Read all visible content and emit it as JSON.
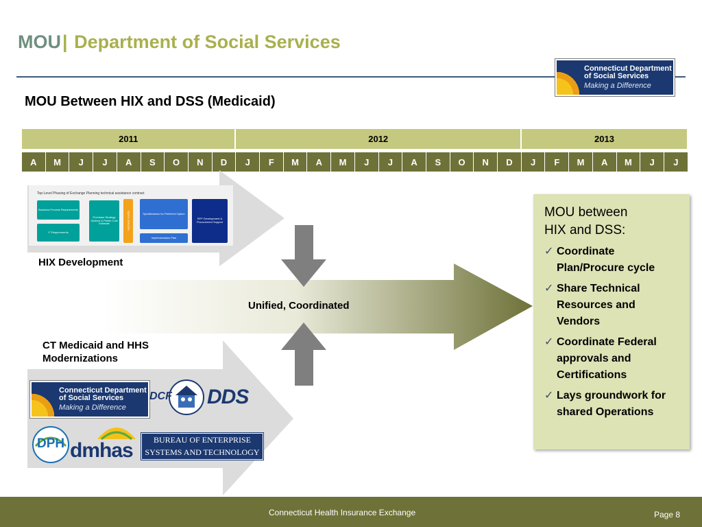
{
  "header": {
    "title_left": "MOU",
    "title_sep": "|",
    "title_right": "Department of Social Services",
    "subtitle": "MOU Between HIX and DSS (Medicaid)"
  },
  "logo_top": {
    "line1": "Connecticut Department",
    "line2": "of Social Services",
    "tagline": "Making a Difference"
  },
  "timeline": {
    "years": [
      {
        "label": "2011",
        "months": 9
      },
      {
        "label": "2012",
        "months": 12
      },
      {
        "label": "2013",
        "months": 7
      }
    ],
    "months": [
      "A",
      "M",
      "J",
      "J",
      "A",
      "S",
      "O",
      "N",
      "D",
      "J",
      "F",
      "M",
      "A",
      "M",
      "J",
      "J",
      "A",
      "S",
      "O",
      "N",
      "D",
      "J",
      "F",
      "M",
      "A",
      "M",
      "J",
      "J"
    ]
  },
  "hix_diagram": {
    "title": "Top-Level Phasing of Exchange Planning technical assistance contract",
    "chips": {
      "business": "Business Process Requirements",
      "it": "IT Requirements",
      "purchase": "Purchase Strategy Options & Prelim Cost Estimate",
      "option": "Option Selection",
      "specs": "Specifications for Preferred Option",
      "impl": "Implementation Plan",
      "rfp": "RFP Development & Procurement Support"
    }
  },
  "labels": {
    "hix": "HIX Development",
    "center": "Unified, Coordinated",
    "medicaid_line1": "CT Medicaid and HHS",
    "medicaid_line2": "Modernizations"
  },
  "mou_box": {
    "heading_line1": "MOU between",
    "heading_line2": "HIX and DSS:",
    "check_glyph": "✓",
    "items": [
      "Coordinate Plan/Procure cycle",
      "Share Technical Resources and Vendors",
      "Coordinate Federal approvals and Certifications",
      "Lays groundwork for shared Operations"
    ]
  },
  "logos_bottom": {
    "dss_line1": "Connecticut Department",
    "dss_line2": "of Social Services",
    "dss_tag": "Making a Difference",
    "dcf": "DCF",
    "dds": "DDS",
    "dph": "DPH",
    "dmhas": "dmhas",
    "best_line1": "Bureau of Enterprise",
    "best_line2": "Systems and Technology"
  },
  "footer": {
    "org": "Connecticut Health Insurance Exchange",
    "page": "Page 8"
  },
  "colors": {
    "olive_dark": "#6e7238",
    "olive_light": "#c5c97f",
    "mou_box_bg": "#dde3b5",
    "navy": "#1b3870",
    "title_gray_green": "#6f8f7f",
    "title_olive": "#a9b04e"
  }
}
